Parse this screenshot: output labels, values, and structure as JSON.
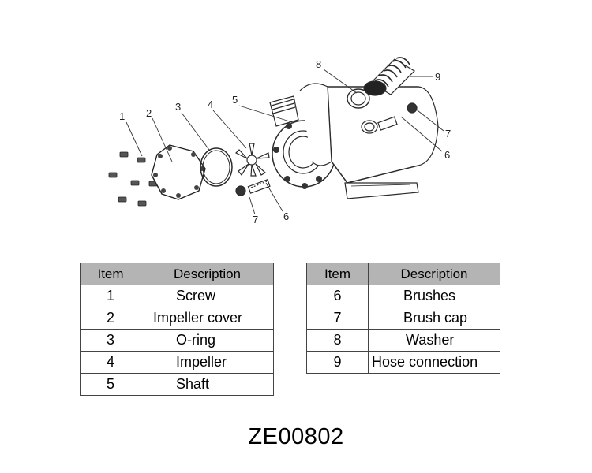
{
  "diagram": {
    "callouts": [
      "1",
      "2",
      "3",
      "4",
      "5",
      "6",
      "7",
      "8",
      "9",
      "6",
      "7"
    ]
  },
  "tables": {
    "header_item": "Item",
    "header_description": "Description",
    "left_rows": [
      {
        "item": "1",
        "description": "Screw"
      },
      {
        "item": "2",
        "description": "Impeller cover"
      },
      {
        "item": "3",
        "description": "O-ring"
      },
      {
        "item": "4",
        "description": "Impeller"
      },
      {
        "item": "5",
        "description": "Shaft"
      }
    ],
    "right_rows": [
      {
        "item": "6",
        "description": "Brushes"
      },
      {
        "item": "7",
        "description": "Brush cap"
      },
      {
        "item": "8",
        "description": "Washer"
      },
      {
        "item": "9",
        "description": "Hose connection"
      }
    ]
  },
  "model_code": "ZE00802"
}
